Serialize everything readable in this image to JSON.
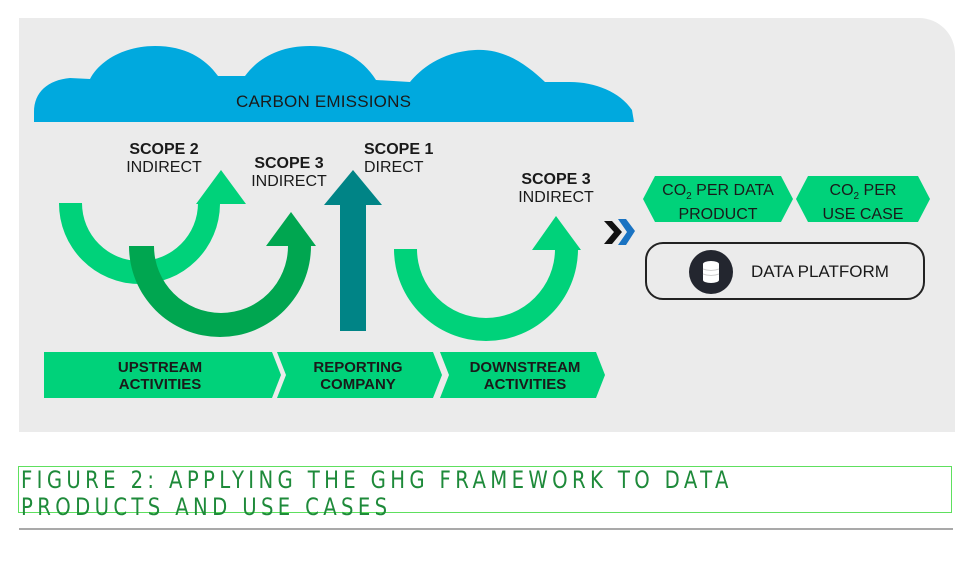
{
  "colors": {
    "panel_bg": "#ebebeb",
    "cloud": "#00a9de",
    "light_green": "#00d27a",
    "dark_green": "#00a650",
    "teal": "#008486",
    "chevron_black": "#111111",
    "chevron_blue": "#1a73c2",
    "caption_green": "#1e8a3a"
  },
  "cloud": {
    "label": "CARBON EMISSIONS"
  },
  "scopes": [
    {
      "title": "SCOPE 2",
      "subtitle": "INDIRECT"
    },
    {
      "title": "SCOPE 3",
      "subtitle": "INDIRECT"
    },
    {
      "title": "SCOPE 1",
      "subtitle": "DIRECT"
    },
    {
      "title": "SCOPE 3",
      "subtitle": "INDIRECT"
    }
  ],
  "activities": [
    {
      "line1": "UPSTREAM",
      "line2": "ACTIVITIES"
    },
    {
      "line1": "REPORTING",
      "line2": "COMPANY"
    },
    {
      "line1": "DOWNSTREAM",
      "line2": "ACTIVITIES"
    }
  ],
  "metrics": [
    {
      "prefix": "CO",
      "sub": "2",
      "rest": " PER DATA",
      "line2": "PRODUCT"
    },
    {
      "prefix": "CO",
      "sub": "2",
      "rest": " PER",
      "line2": "USE CASE"
    }
  ],
  "platform": {
    "label": "DATA PLATFORM",
    "icon": "database-icon"
  },
  "icons": {
    "chevrons": "double-chevron-right-icon"
  },
  "caption": {
    "text": "FIGURE 2: APPLYING THE GHG FRAMEWORK TO DATA PRODUCTS AND USE CASES"
  }
}
